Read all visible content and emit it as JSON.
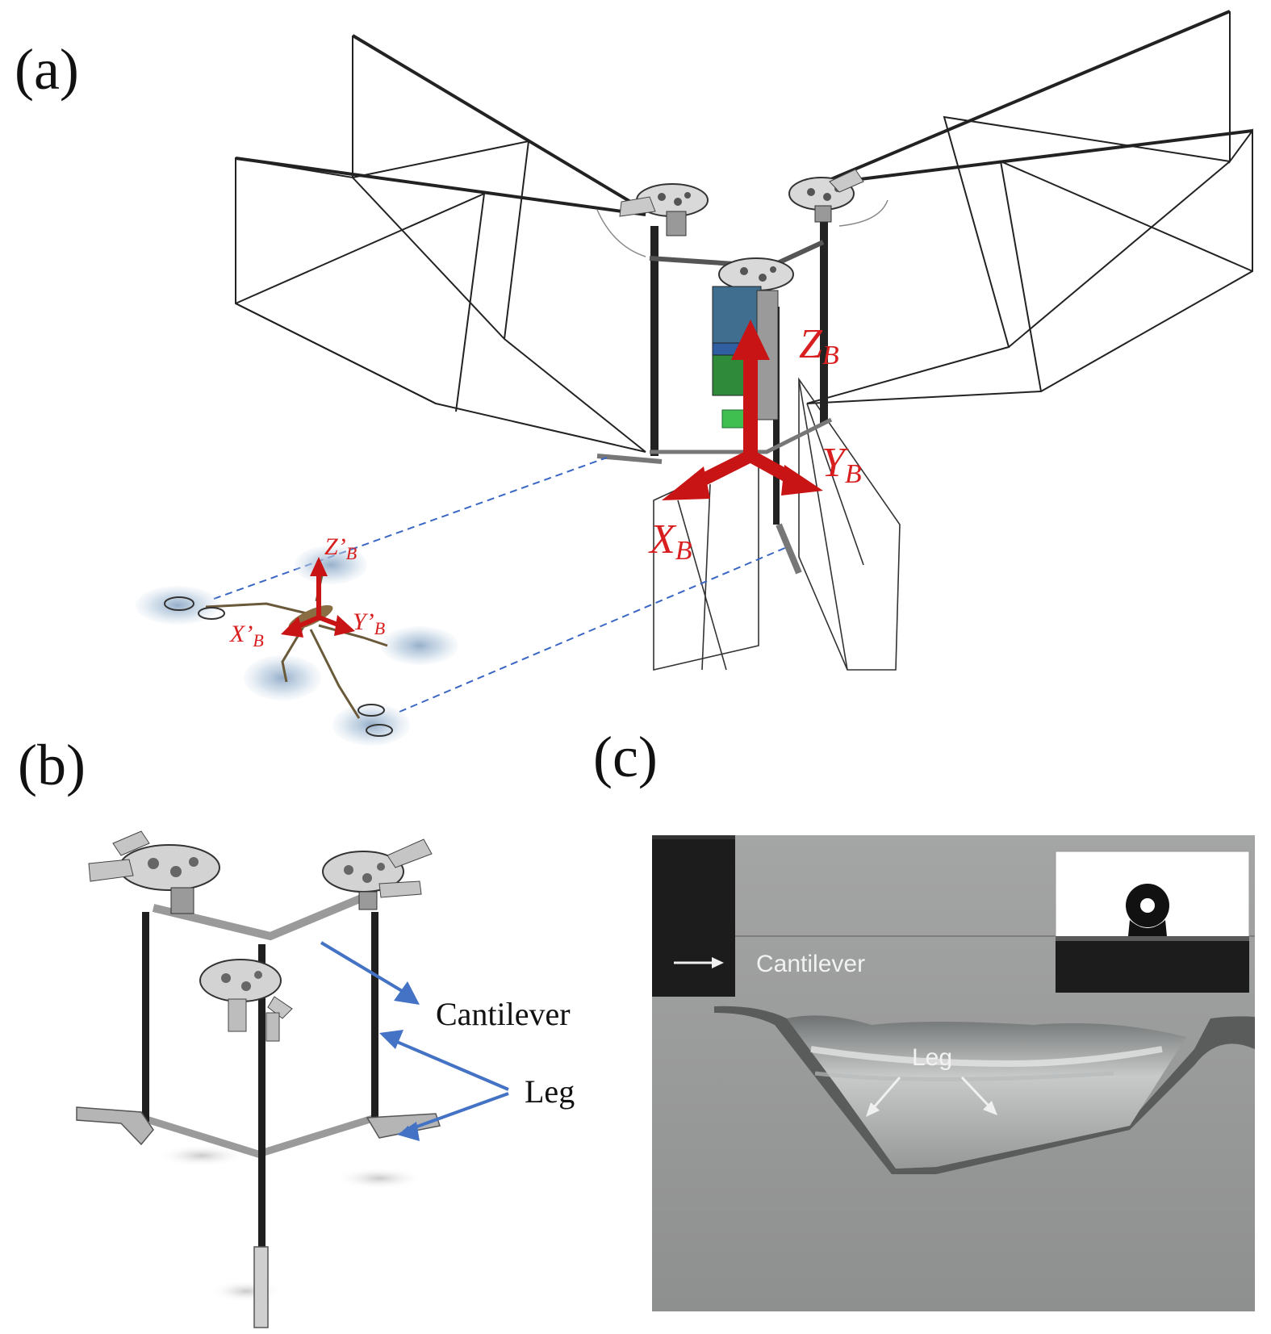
{
  "panels": {
    "a": {
      "label": "(a)"
    },
    "b": {
      "label": "(b)"
    },
    "c": {
      "label": "(c)"
    }
  },
  "axes_a": {
    "z": {
      "main": "Z",
      "sub": "B"
    },
    "y": {
      "main": "Y",
      "sub": "B"
    },
    "x": {
      "main": "X",
      "sub": "B"
    }
  },
  "axes_mosquito": {
    "z": {
      "main": "Z’",
      "sub": "B"
    },
    "y": {
      "main": "Y’",
      "sub": "B"
    },
    "x": {
      "main": "X’",
      "sub": "B"
    }
  },
  "panel_b_callouts": {
    "cantilever": "Cantilever",
    "leg": "Leg"
  },
  "panel_c_photo": {
    "cantilever": "Cantilever",
    "leg": "Leg"
  },
  "colors": {
    "axis_red": "#c81414",
    "callout_blue": "#4472c4",
    "dashed_blue": "#3a66c4"
  }
}
